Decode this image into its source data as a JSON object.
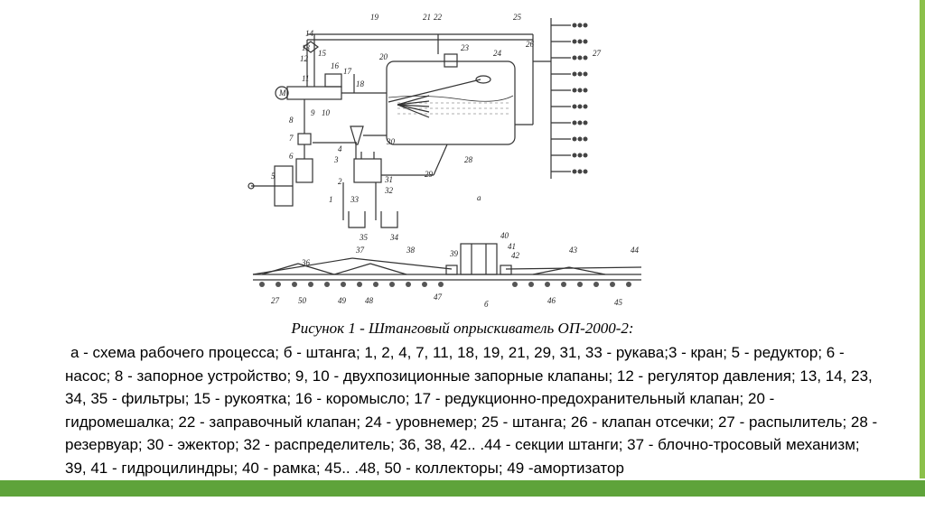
{
  "figure": {
    "labels_a": [
      "1",
      "2",
      "3",
      "4",
      "5",
      "6",
      "7",
      "8",
      "9",
      "10",
      "11",
      "12",
      "13",
      "14",
      "15",
      "16",
      "17",
      "18",
      "19",
      "20",
      "21",
      "22",
      "23",
      "24",
      "25",
      "26",
      "27",
      "28",
      "29",
      "30",
      "31",
      "32",
      "33",
      "34",
      "35",
      "M",
      "а"
    ],
    "labels_b": [
      "36",
      "37",
      "38",
      "39",
      "40",
      "41",
      "42",
      "43",
      "44",
      "27",
      "50",
      "49",
      "48",
      "47",
      "46",
      "45",
      "б"
    ]
  },
  "caption": "Рисунок 1 - Штанговый опрыскиватель ОП-2000-2:",
  "legend": "а - схема рабочего процесса; б - штанга; 1, 2, 4, 7, 11, 18, 19, 21, 29, 31, 33 - рукава;3 - кран; 5 - редуктор; 6 - насос; 8 - запорное устройство; 9, 10 - двухпозиционные запорные клапаны; 12 - регулятор давления; 13, 14, 23, 34, 35 - фильтры; 15 - рукоятка; 16 - коромысло; 17 - редукционно-предохранительный клапан; 20 - гидромешалка; 22 - заправочный клапан; 24 - уровнемер; 25 - штанга; 26 - клапан отсечки; 27 - распылитель; 28 - резервуар; 30 - эжектор; 32 - распределитель; 36, 38, 42.. .44 - секции штанги; 37 - блочно-тросовый механизм; 39, 41 - гидроцилиндры; 40 - рамка; 45.. .48, 50 - коллекторы; 49 -амортизатор",
  "colors": {
    "accent_green": "#5ea33a",
    "accent_green_light": "#8bc04a"
  }
}
